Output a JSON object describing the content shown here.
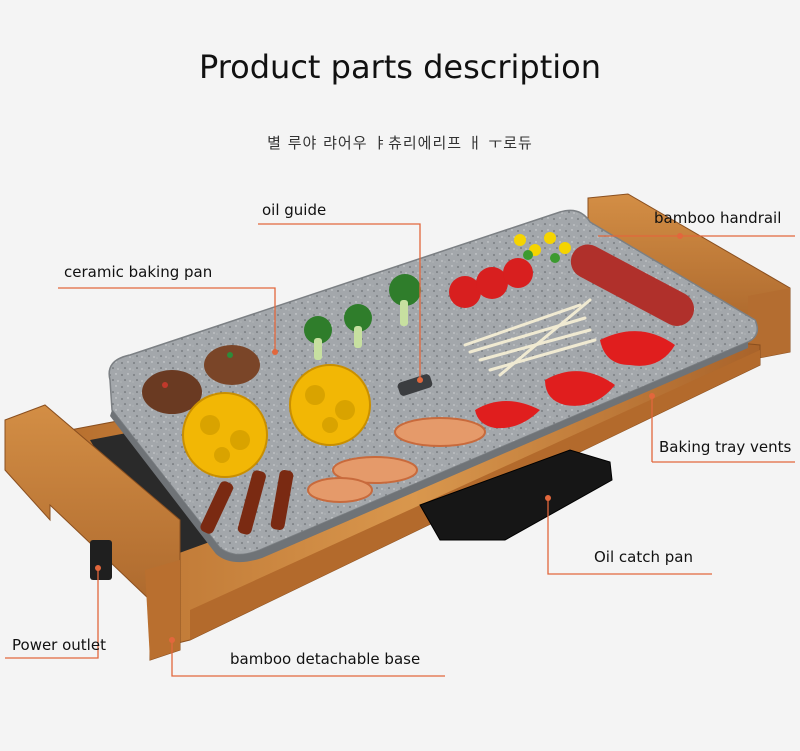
{
  "heading": {
    "title": "Product parts description",
    "subtitle": "별 루야 랴어우 ㅑ츄리에리프 ㅐ ㅜ로듀"
  },
  "labels": {
    "oil_guide": "oil guide",
    "bamboo_handrail": "bamboo handrail",
    "ceramic_baking_pan": "ceramic baking pan",
    "baking_tray_vents": "Baking tray vents",
    "oil_catch_pan": "Oil catch pan",
    "power_outlet": "Power outlet",
    "bamboo_detachable_base": "bamboo detachable base"
  },
  "colors": {
    "leader_line": "#e2673c",
    "bamboo": "#c9833f",
    "bamboo_dark": "#9b5b25",
    "stone": "#9a9ea3",
    "tray": "#1b1b1b"
  }
}
